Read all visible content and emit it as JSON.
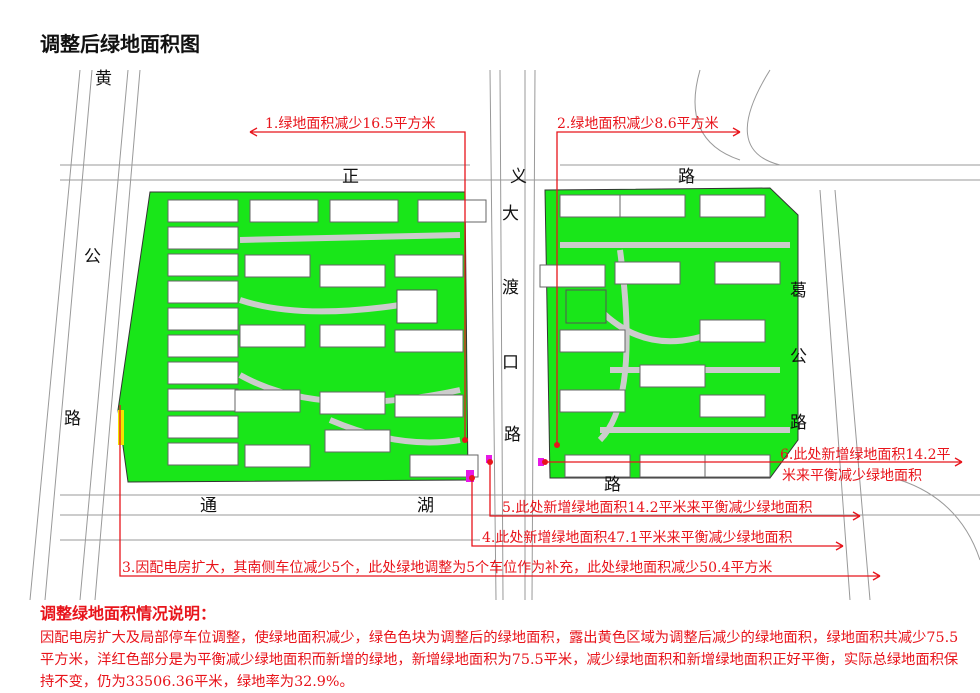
{
  "title": "调整后绿地面积图",
  "roads": {
    "huang": [
      "黄",
      "公",
      "路"
    ],
    "zhengyi": [
      "正",
      "义",
      "路"
    ],
    "dadukou": [
      "大",
      "渡",
      "口",
      "路"
    ],
    "ge": [
      "葛",
      "公",
      "路"
    ],
    "tonghu": [
      "通",
      "湖",
      "路"
    ]
  },
  "annotations": [
    "1.绿地面积减少16.5平方米",
    "2.绿地面积减少8.6平方米",
    "3.因配电房扩大，其南侧车位减少5个，此处绿地调整为5个车位作为补充，此处绿地面积减少50.4平方米",
    "4.此处新增绿地面积47.1平米来平衡减少绿地面积",
    "5.此处新增绿地面积14.2平米来平衡减少绿地面积",
    "6.此处新增绿地面积14.2平",
    "米来平衡减少绿地面积"
  ],
  "notes": {
    "heading": "调整绿地面积情况说明：",
    "body": "因配电房扩大及局部停车位调整，使绿地面积减少，绿色色块为调整后的绿地面积，露出黄色区域为调整后减少的绿地面积，绿地面积共减少75.5平方米，洋红色部分是为平衡减少绿地面积而新增的绿地，新增绿地面积为75.5平米，减少绿地面积和新增绿地面积正好平衡，实际总绿地面积保持不变，仍为33506.36平米，绿地率为32.9%。"
  },
  "colors": {
    "green": "#19e619",
    "red": "#e8141b",
    "magenta": "#e619e6",
    "yellow": "#f2e200"
  }
}
